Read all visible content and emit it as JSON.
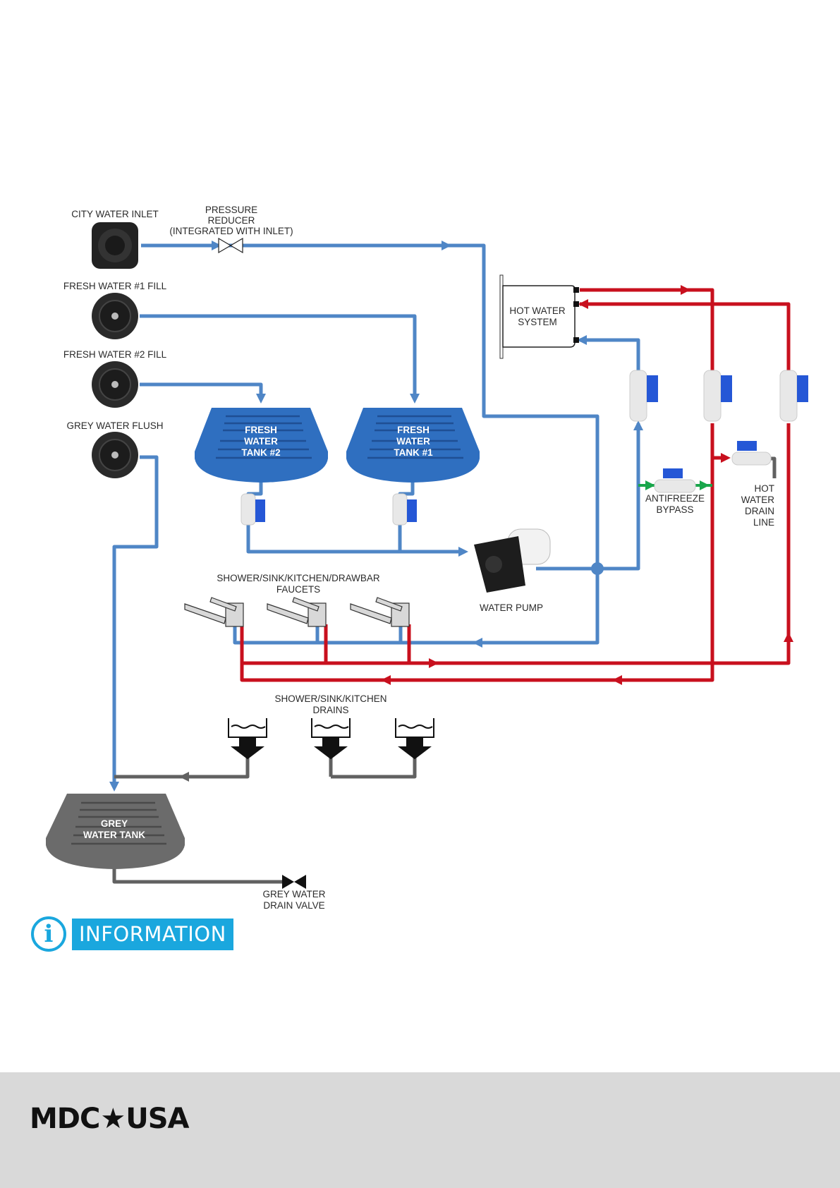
{
  "labels": {
    "city_water_inlet": "CITY WATER INLET",
    "pressure_reducer": [
      "PRESSURE",
      "REDUCER",
      "(INTEGRATED WITH INLET)"
    ],
    "fresh_water_1_fill": "FRESH WATER #1 FILL",
    "fresh_water_2_fill": "FRESH WATER #2 FILL",
    "grey_water_flush": "GREY WATER FLUSH",
    "fresh_tank_2": [
      "FRESH",
      "WATER",
      "TANK #2"
    ],
    "fresh_tank_1": [
      "FRESH",
      "WATER",
      "TANK #1"
    ],
    "hot_water_system": [
      "HOT WATER",
      "SYSTEM"
    ],
    "antifreeze_bypass": [
      "ANTIFREEZE",
      "BYPASS"
    ],
    "hot_water_drain_line": [
      "HOT",
      "WATER",
      "DRAIN",
      "LINE"
    ],
    "faucets": [
      "SHOWER/SINK/KITCHEN/DRAWBAR",
      "FAUCETS"
    ],
    "water_pump": "WATER PUMP",
    "drains": [
      "SHOWER/SINK/KITCHEN",
      "DRAINS"
    ],
    "grey_tank": [
      "GREY",
      "WATER TANK"
    ],
    "grey_drain_valve": [
      "GREY WATER",
      "DRAIN VALVE"
    ]
  },
  "info_badge": {
    "icon": "info-icon",
    "label": "INFORMATION"
  },
  "footer": {
    "logo_left": "MDC",
    "logo_star": "★",
    "logo_right": "USA"
  },
  "colors": {
    "cold_line": "#4f86c6",
    "hot_line": "#c8101e",
    "drain_line": "#616161",
    "bypass_arrow": "#19a64b",
    "tank_fresh": "#2f6fc0",
    "tank_grey": "#6b6b6b",
    "valve_handle": "#2557d6",
    "info_blue": "#1aa7de",
    "footer_bg": "#d9d9d9"
  }
}
